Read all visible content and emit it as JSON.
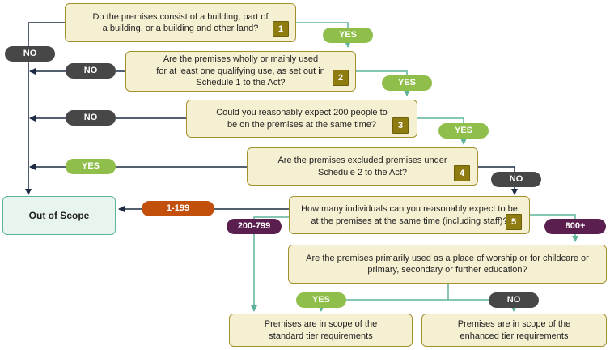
{
  "questions": [
    {
      "text": "Do the premises consist of a building, part of\na building, or a building and other land?",
      "number": "1"
    },
    {
      "text": "Are the premises wholly or mainly used\nfor at least one qualifying use, as set out in\nSchedule 1 to the Act?",
      "number": "2"
    },
    {
      "text": "Could you reasonably expect 200 people to\nbe on the premises at the same time?",
      "number": "3"
    },
    {
      "text": "Are the premises excluded premises under\nSchedule 2 to the Act?",
      "number": "4"
    },
    {
      "text": "How many individuals can you reasonably expect to be\nat the premises at the same time (including staff)?",
      "number": "5"
    },
    {
      "text": "Are the premises primarily used as a place of worship or for childcare or\nprimary, secondary or further education?"
    }
  ],
  "labels": {
    "q1_yes": "YES",
    "q1_no": "NO",
    "q2_yes": "YES",
    "q2_no": "NO",
    "q3_yes": "YES",
    "q3_no": "NO",
    "q4_yes": "YES",
    "q4_no": "NO",
    "range_low": "1-199",
    "range_mid": "200-799",
    "range_high": "800+",
    "q6_yes": "YES",
    "q6_no": "NO"
  },
  "outcomes": {
    "out_of_scope": "Out of Scope",
    "standard": "Premises are in scope of the\nstandard tier requirements",
    "enhanced": "Premises are in scope of the\nenhanced tier requirements"
  },
  "colors": {
    "box_fill": "#f6f0d2",
    "box_border": "#a3912f",
    "number_badge": "#8e7c10",
    "yes_pill": "#8fbf4a",
    "no_pill": "#474747",
    "low_range": "#c24f0c",
    "high_range": "#5a1f4e",
    "out_of_scope_border": "#5fb39c",
    "yes_line": "#5fb39c",
    "no_line": "#1c2a44"
  }
}
